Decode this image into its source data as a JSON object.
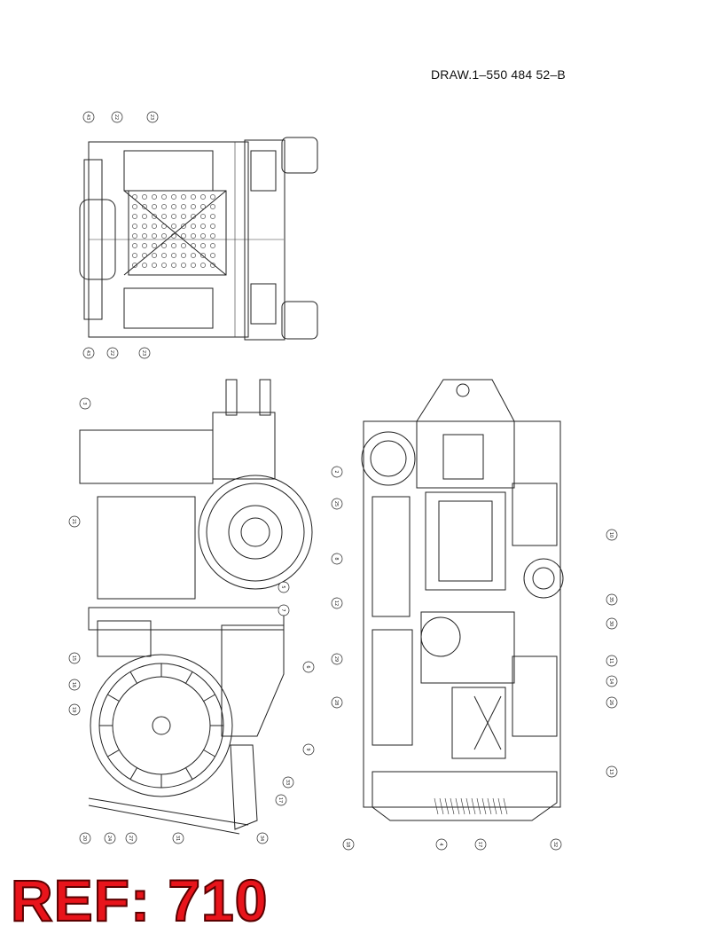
{
  "header": {
    "drawing_number": "DRAW.1–550 484 52–B"
  },
  "footer": {
    "ref_label": "REF: 710"
  },
  "views": {
    "top_view": {
      "callouts": [
        "43",
        "22",
        "23",
        "43",
        "22",
        "23"
      ]
    },
    "side_view": {
      "callouts": [
        "3",
        "21",
        "5",
        "6",
        "7",
        "9",
        "15",
        "16",
        "17",
        "19",
        "20",
        "24",
        "27",
        "31",
        "33",
        "34"
      ]
    },
    "rear_view": {
      "callouts": [
        "2",
        "4",
        "8",
        "10",
        "11",
        "12",
        "13",
        "14",
        "17",
        "18",
        "25",
        "26",
        "28",
        "29",
        "30",
        "32",
        "35"
      ]
    }
  }
}
